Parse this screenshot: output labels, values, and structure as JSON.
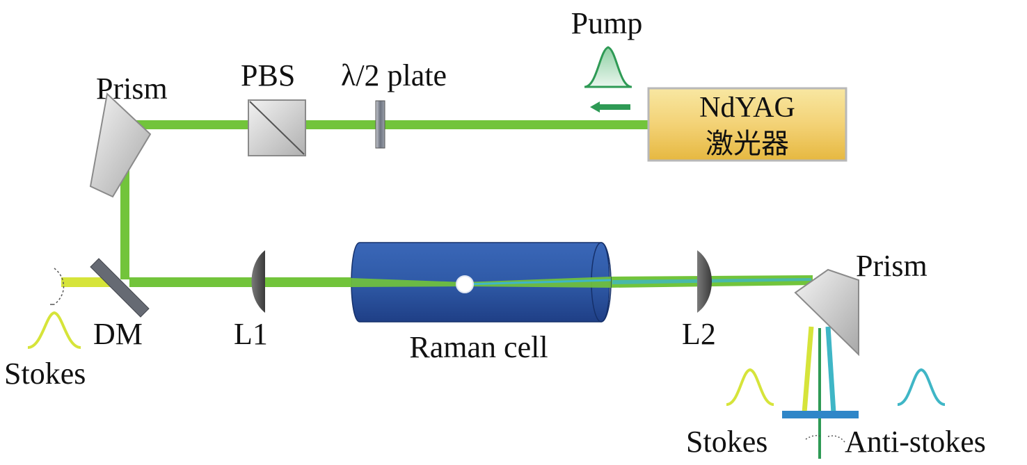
{
  "labels": {
    "pump": "Pump",
    "prism_top": "Prism",
    "pbs": "PBS",
    "half_wave_plate": "λ/2 plate",
    "laser_line1": "NdYAG",
    "laser_line2": "激光器",
    "dm": "DM",
    "l1": "L1",
    "raman_cell": "Raman cell",
    "l2": "L2",
    "prism_right": "Prism",
    "stokes_left": "Stokes",
    "stokes_right": "Stokes",
    "anti_stokes": "Anti-stokes"
  },
  "colors": {
    "pump_beam": "#72c43b",
    "stokes_beam": "#d6e43a",
    "anti_stokes_beam": "#3fb6c6",
    "pump_pulse": "#2e9a55",
    "raman_cell": "#2f5aa7",
    "laser_fill": "#f3d276",
    "laser_border": "#b8b8b8",
    "text": "#111111"
  }
}
